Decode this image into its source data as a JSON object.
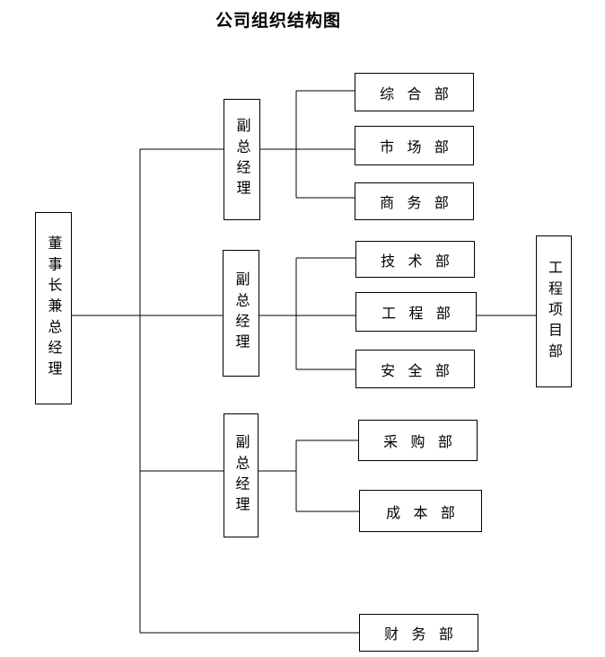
{
  "title": "公司组织结构图",
  "chairman": "董事长兼总经理",
  "vice_gm_1": "副总经理",
  "vice_gm_2": "副总经理",
  "vice_gm_3": "副总经理",
  "departments": {
    "general": "综合部",
    "marketing": "市场部",
    "business": "商务部",
    "technology": "技术部",
    "engineering": "工程部",
    "safety": "安全部",
    "procurement": "采购部",
    "cost": "成本部",
    "finance": "财务部"
  },
  "project_dept": "工程项目部"
}
